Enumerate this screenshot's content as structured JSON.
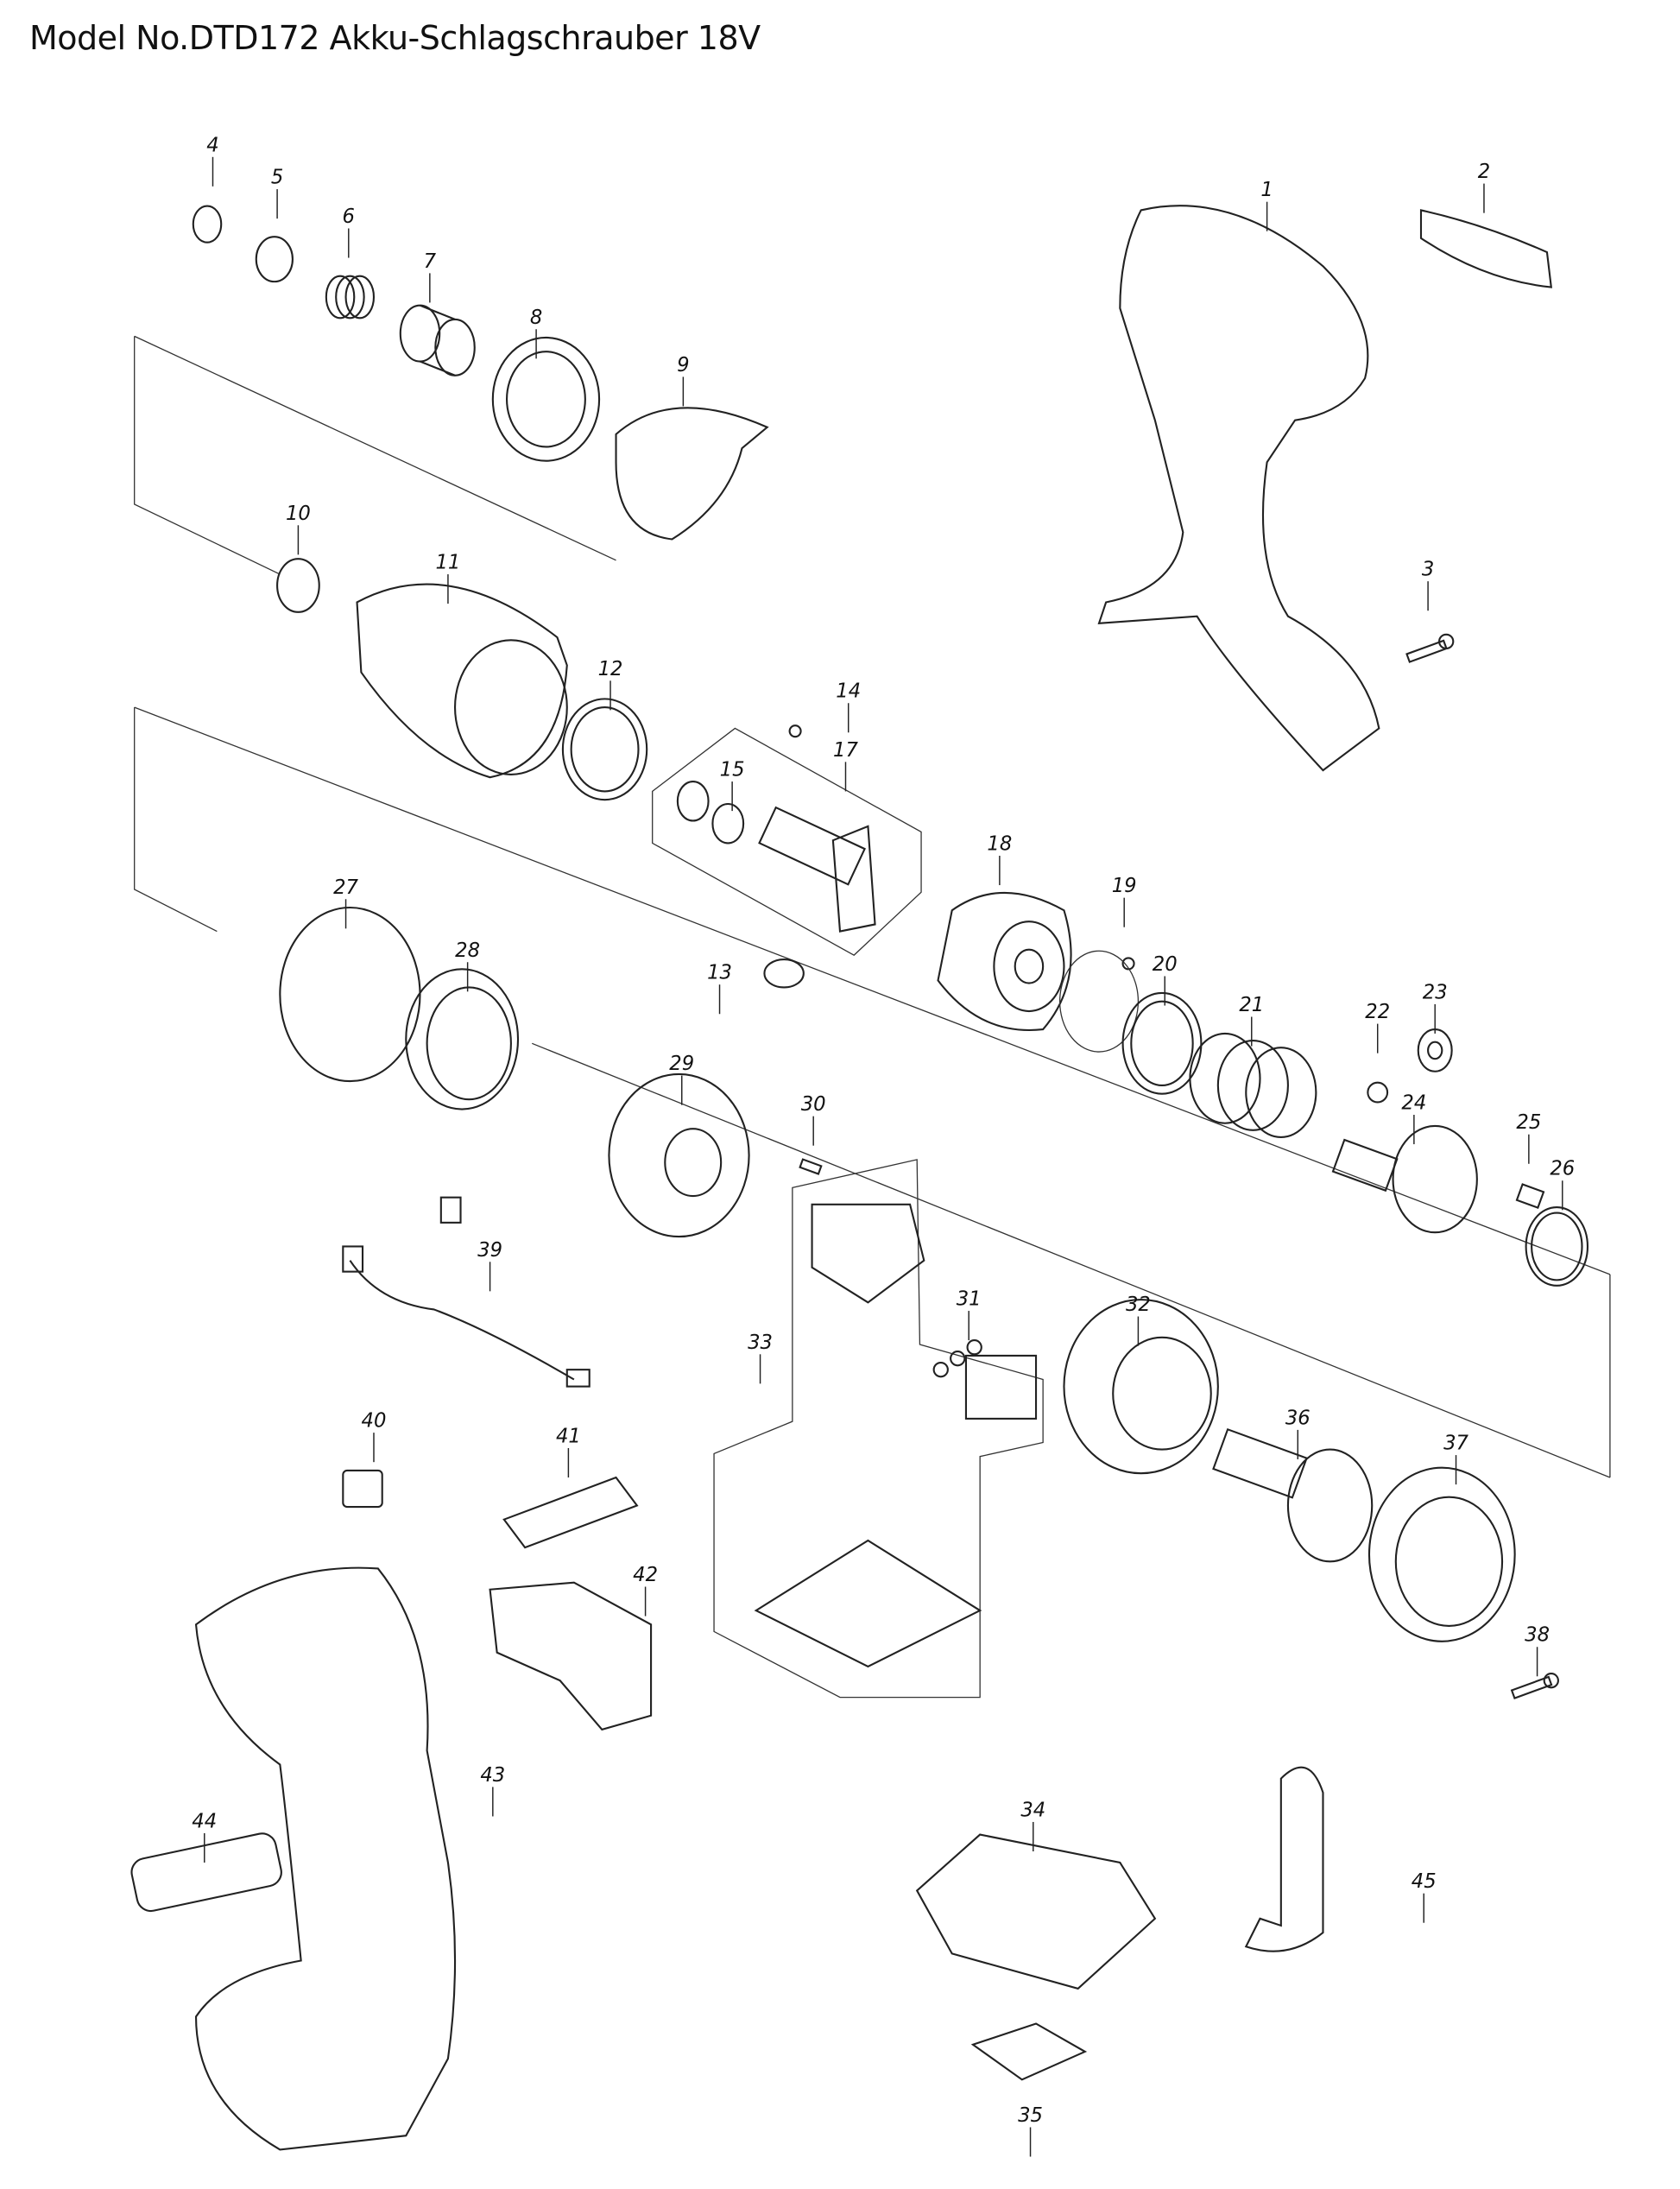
{
  "title": "Model No.DTD172 Akku-Schlagschrauber 18V",
  "labels": {
    "p1": "1",
    "p2": "2",
    "p3": "3",
    "p4": "4",
    "p5": "5",
    "p6": "6",
    "p7": "7",
    "p8": "8",
    "p9": "9",
    "p10": "10",
    "p11": "11",
    "p12": "12",
    "p13": "13",
    "p14": "14",
    "p15": "15",
    "p17": "17",
    "p18": "18",
    "p19": "19",
    "p20": "20",
    "p21": "21",
    "p22": "22",
    "p23": "23",
    "p24": "24",
    "p25": "25",
    "p26": "26",
    "p27": "27",
    "p28": "28",
    "p29": "29",
    "p30": "30",
    "p31": "31",
    "p32": "32",
    "p33": "33",
    "p34": "34",
    "p35": "35",
    "p36": "36",
    "p37": "37",
    "p38": "38",
    "p39": "39",
    "p40": "40",
    "p41": "41",
    "p42": "42",
    "p43": "43",
    "p44": "44",
    "p45": "45"
  }
}
